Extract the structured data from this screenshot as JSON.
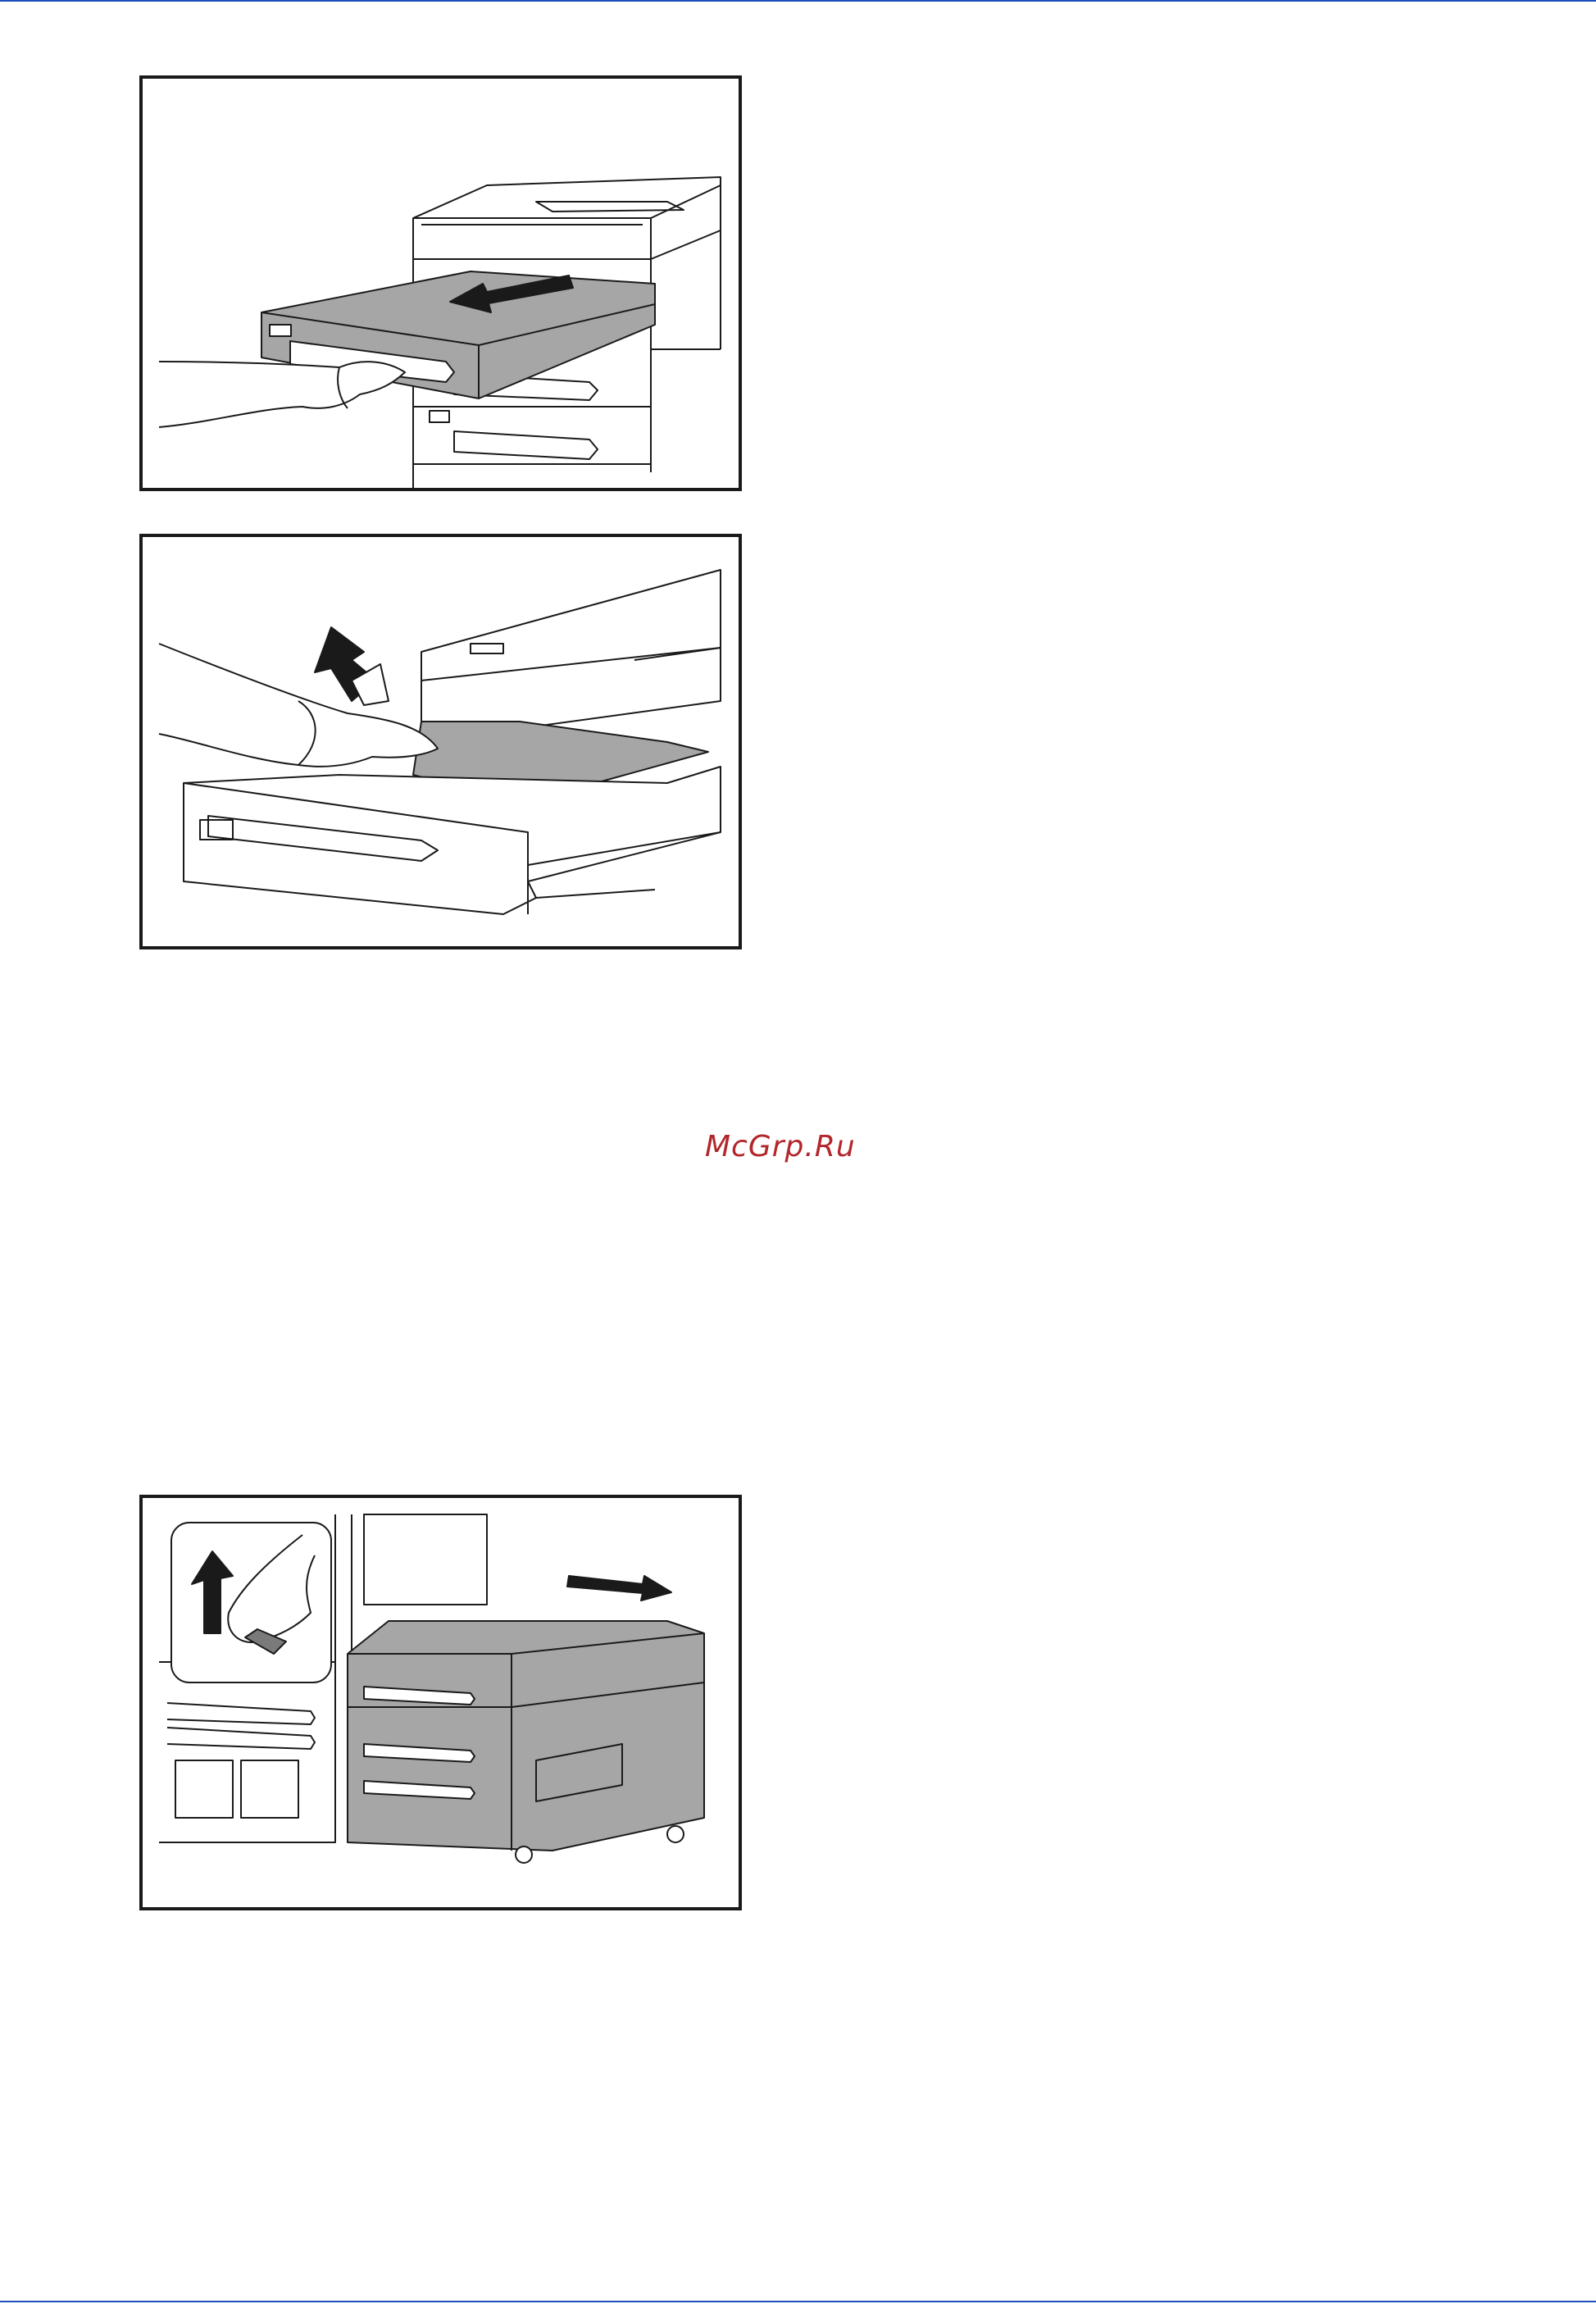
{
  "page": {
    "rule_color": "#1f4fbf",
    "watermark": {
      "text": "McGrp.Ru",
      "color": "#b3262b"
    }
  },
  "figures": [
    {
      "id": "fig1",
      "icon": "pull-out-cassette-illustration",
      "shade": "#a6a6a6"
    },
    {
      "id": "fig2",
      "icon": "remove-jammed-paper-illustration",
      "shade": "#a6a6a6"
    },
    {
      "id": "fig3",
      "icon": "release-lever-slide-feeder-illustration",
      "shade": "#a6a6a6"
    }
  ]
}
